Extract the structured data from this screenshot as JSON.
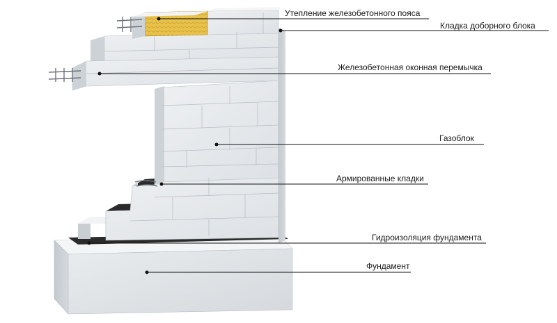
{
  "callouts": {
    "insulation": "Утепление железобетонного пояса",
    "extra_block": "Кладка доборного блока",
    "lintel": "Железобетонная оконная перемычка",
    "gasblock": "Газоблок",
    "reinforced": "Армированные кладки",
    "waterproofing": "Гидроизоляция фундамента",
    "foundation": "Фундамент"
  },
  "colors": {
    "block_front": "#e6e9ec",
    "block_side": "#cfd4d9",
    "block_top": "#f1f3f5",
    "joint": "#b9bfc6",
    "insulation": "#e8c24a",
    "waterproofing": "#2a2a2a",
    "leader_line": "#111111"
  }
}
